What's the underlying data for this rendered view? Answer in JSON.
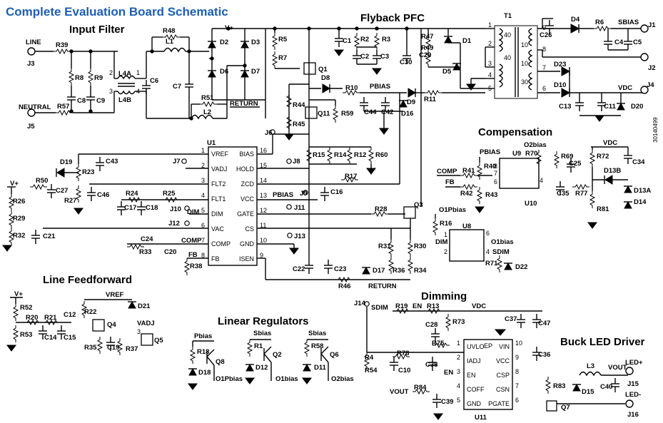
{
  "title": "Complete Evaluation Board Schematic",
  "doc_number": "30140499",
  "sections": {
    "input_filter": "Input Filter",
    "flyback_pfc": "Flyback PFC",
    "compensation": "Compensation",
    "line_feedforward": "Line Feedforward",
    "linear_regulators": "Linear Regulators",
    "dimming": "Dimming",
    "buck_led_driver": "Buck LED Driver"
  },
  "connectors": {
    "line": "LINE",
    "j3": "J3",
    "neutral": "NEUTRAL",
    "j5": "J5",
    "sbias": "SBIAS",
    "j1": "J1",
    "j2": "J2",
    "vdc": "VDC",
    "j4": "J4",
    "ledp": "LED+",
    "j15": "J15",
    "ledm": "LED-",
    "j16": "J16"
  },
  "nets": {
    "vplus": "V+",
    "return": "RETURN",
    "pbias": "PBIAS",
    "vdc": "VDC",
    "comp": "COMP",
    "fb": "FB",
    "dim": "DIM",
    "vref": "VREF",
    "vadj": "VADJ",
    "pbias_l": "Pbias",
    "sbias_l": "Sbias",
    "o1pbias": "O1Pbias",
    "o1bias": "O1bias",
    "o2bias": "O2bias",
    "sdim": "SDIM",
    "en": "EN",
    "vout": "VOUT"
  },
  "u1": {
    "ref": "U1",
    "left_pins": [
      {
        "name": "VREF",
        "num": "1"
      },
      {
        "name": "VADJ",
        "num": "2"
      },
      {
        "name": "FLT2",
        "num": "3"
      },
      {
        "name": "FLT1",
        "num": "4"
      },
      {
        "name": "DIM",
        "num": "5"
      },
      {
        "name": "VAC",
        "num": "6"
      },
      {
        "name": "COMP",
        "num": "7"
      },
      {
        "name": "FB",
        "num": "8"
      }
    ],
    "right_pins": [
      {
        "name": "BIAS",
        "num": "16"
      },
      {
        "name": "HOLD",
        "num": "15"
      },
      {
        "name": "ZCD",
        "num": "14"
      },
      {
        "name": "VCC",
        "num": "13"
      },
      {
        "name": "GATE",
        "num": "12"
      },
      {
        "name": "CS",
        "num": "11"
      },
      {
        "name": "GND",
        "num": "10"
      },
      {
        "name": "ISEN",
        "num": "9"
      }
    ]
  },
  "u11": {
    "ref": "U11",
    "left_pins": [
      {
        "name": "UVLO",
        "num": "1"
      },
      {
        "name": "IADJ",
        "num": "2"
      },
      {
        "name": "EN",
        "num": "3"
      },
      {
        "name": "COFF",
        "num": "4"
      },
      {
        "name": "GND",
        "num": "5"
      }
    ],
    "right_pins": [
      {
        "name": "VIN",
        "num": "10"
      },
      {
        "name": "VCC",
        "num": "9"
      },
      {
        "name": "CSP",
        "num": "8"
      },
      {
        "name": "CSN",
        "num": "7"
      },
      {
        "name": "PGATE",
        "num": "6"
      }
    ],
    "ep": "EP"
  },
  "transformer": {
    "ref": "T1",
    "turns": [
      "40",
      "10",
      "40",
      "10",
      "30"
    ]
  },
  "components": {
    "input_filter": [
      "R39",
      "R8",
      "R9",
      "C8",
      "C9",
      "L4A",
      "L4B",
      "C6",
      "R48",
      "L1",
      "C7",
      "R51",
      "L2",
      "R57"
    ],
    "bridge": [
      "D2",
      "D3",
      "D6",
      "D7"
    ],
    "flyback": [
      "R5",
      "R7",
      "Q1",
      "C1",
      "R2",
      "C2",
      "R3",
      "C3",
      "C30",
      "R47",
      "R49",
      "C29",
      "D1",
      "D5",
      "D8",
      "R10",
      "R44",
      "Q11",
      "R59",
      "R45",
      "C44",
      "C42",
      "D16",
      "D9",
      "R11"
    ],
    "output": [
      "C26",
      "D4",
      "R6",
      "C4",
      "C5",
      "D23",
      "D10",
      "C13",
      "C11",
      "D20"
    ],
    "u1_area": [
      "J6",
      "J7",
      "J8",
      "J9",
      "J10",
      "J11",
      "J12",
      "J13",
      "C43",
      "D19",
      "R23",
      "R50",
      "C27",
      "R27",
      "C46",
      "R24",
      "R25",
      "C17",
      "C18",
      "R15",
      "R14",
      "R12",
      "R60",
      "R17",
      "C16",
      "R28",
      "Q3",
      "R26",
      "R29",
      "R32",
      "C21",
      "C24",
      "R33",
      "C20",
      "R38",
      "R31",
      "R30",
      "C22",
      "C23",
      "D17",
      "R36",
      "R34",
      "R46"
    ],
    "compensation": [
      "U9",
      "R40",
      "R41",
      "R42",
      "R43",
      "R70",
      "R69",
      "C25",
      "C35",
      "R77",
      "U10",
      "R72",
      "D13B",
      "C34",
      "D13A",
      "D14",
      "R81"
    ],
    "opto": [
      "U8",
      "R16",
      "R71",
      "D22"
    ],
    "feedforward": [
      "R52",
      "R53",
      "R20",
      "R21",
      "C14",
      "C15",
      "C12",
      "R22",
      "Q4",
      "D21",
      "C19",
      "R35",
      "R37",
      "Q5"
    ],
    "regulators": [
      "R18",
      "D18",
      "Q8",
      "R1",
      "D12",
      "Q2",
      "R58",
      "D11",
      "Q6"
    ],
    "dimming": [
      "J14",
      "R19",
      "R13",
      "R73",
      "C28",
      "R75",
      "R4",
      "R54",
      "R78",
      "C10",
      "C38",
      "R84",
      "C39",
      "C37",
      "C47",
      "C36",
      "R83",
      "Q7",
      "D15",
      "L3",
      "C40"
    ]
  }
}
